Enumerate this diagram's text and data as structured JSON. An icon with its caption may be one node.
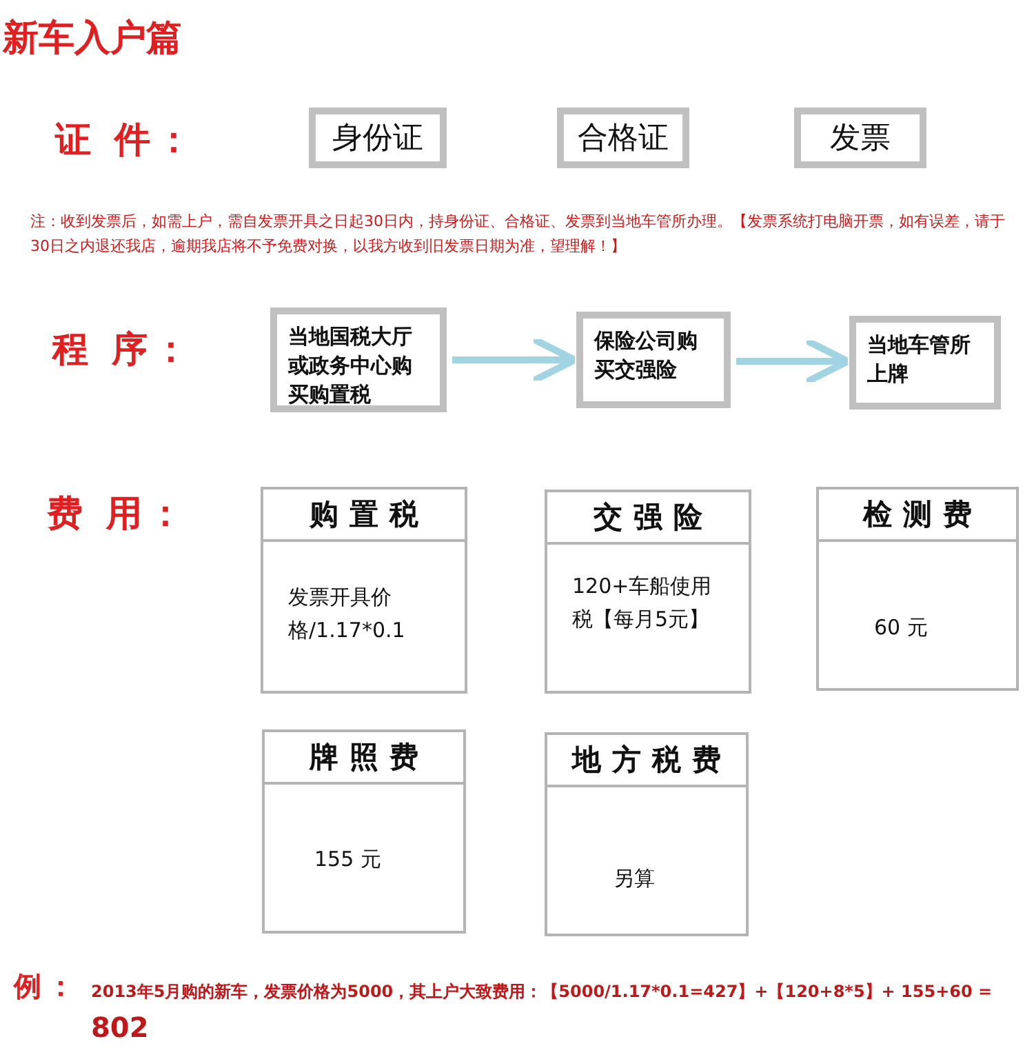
{
  "diagram": {
    "title": "新车入户篇",
    "nodes": [
      {
        "text": [
          "身份证"
        ]
      },
      {
        "text": [
          "合格证"
        ]
      },
      {
        "text": [
          "发票"
        ]
      },
      {
        "text": [
          "当地国税大厅或政务中心购买购置税"
        ]
      },
      {
        "text": [
          "保险公司购买交强险"
        ]
      },
      {
        "text": [
          "当地车管所上牌"
        ]
      },
      {
        "text": [
          "购置税",
          "发票开具价格/1.17*0.1"
        ]
      },
      {
        "text": [
          "交强险",
          "120+车船使用税【每月5元】"
        ]
      },
      {
        "text": [
          "检测费",
          "60 元"
        ]
      },
      {
        "text": [
          "牌照费",
          "155 元"
        ]
      },
      {
        "text": [
          "地方税费",
          "另算"
        ]
      }
    ],
    "edges": [
      {
        "from": 3,
        "to": 4,
        "arrow": "to"
      },
      {
        "from": 4,
        "to": 5,
        "arrow": "to"
      }
    ],
    "labels": [
      "证 件：",
      "注：收到发票后，如需上户，需自发票开具之日起30日内，持身份证、合格证、发票到当地车管所办理。【发票系统打电脑开票，如有误差，请于30日之内退还我店，逾期我店将不予免费对换，以我方收到旧发票日期为准，望理解！】",
      "程 序：",
      "费 用：",
      "例：",
      "2013年5月购的新车，发票价格为5000，其上户大致费用：【5000/1.17*0.1=427】+【120+8*5】+ 155+60 = **802**"
    ]
  }
}
